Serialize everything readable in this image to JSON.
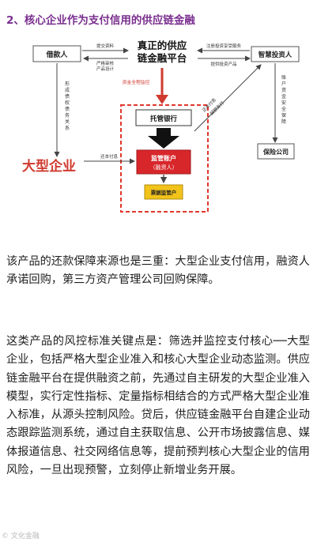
{
  "title": "2、核心企业作为支付信用的供应链金融",
  "diagram": {
    "nodes": {
      "borrower": "借款人",
      "platform_line1": "真正的供应",
      "platform_line2": "链金融平台",
      "investor": "智慧投资人",
      "custody_bank": "托管银行",
      "large_enterprise": "大型企业",
      "regulated_account_line1": "监管账户",
      "regulated_account_line2": "（融资人）",
      "risk_account": "票据监管户",
      "insurance": "保险公司"
    },
    "edge_labels": {
      "submit_info": "提交资料",
      "strict_review_1": "严格审核",
      "strict_review_2": "产品设计",
      "register_invest": "注册投资享受服务",
      "provide_products": "提供投资产品",
      "fund_monitor": "资金全程监控",
      "left_vertical": [
        "形",
        "成",
        "债",
        "权",
        "债",
        "务",
        "关",
        "系"
      ],
      "repay": "还本付息",
      "repay_on_time_1": "还本付息",
      "repay_on_time_2": "超额支付",
      "right_vertical": [
        "账",
        "户",
        "资",
        "金",
        "安",
        "全",
        "保",
        "障"
      ]
    },
    "colors": {
      "box_border": "#555555",
      "accent_red": "#d03a2f",
      "dash_red": "#e0382c",
      "regulated_fill": "#d8272b",
      "risk_fill": "#f2c31b",
      "bold_arrow": "#111111"
    }
  },
  "paragraphs": {
    "p1": "该产品的还款保障来源也是三重：大型企业支付信用，融资人承诺回购，第三方资产管理公司回购保障。",
    "p2": "这类产品的风控标准关键点是：筛选并监控支付核心──大型企业，包括严格大型企业准入和核心大型企业动态监测。供应链金融平台在提供融资之前，先通过自主研发的大型企业准入模型，实行定性指标、定量指标相结合的方式严格大型企业准入标准，从源头控制风险。贷后，供应链金融平台自建企业动态跟踪监测系统，通过自主获取信息、公开市场披露信息、媒体报道信息、社交网络信息等，提前预判核心大型企业的信用风险，一旦出现预警，立刻停止新增业务开展。"
  },
  "watermark": "© 文化金融"
}
